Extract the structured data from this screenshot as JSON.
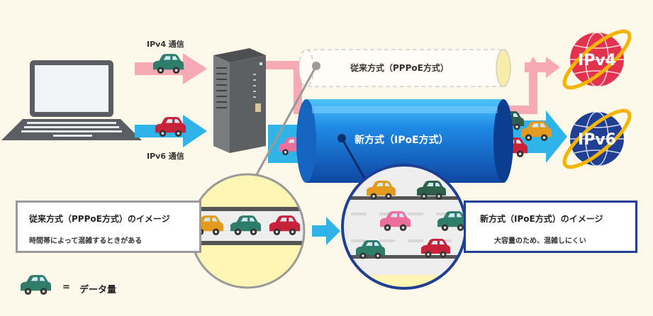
{
  "labels": {
    "ipv4_comm": "IPv4 通信",
    "ipv6_comm": "IPv6 通信",
    "old_method": "従来方式（PPPoE方式）",
    "new_method": "新方式（IPoE方式）"
  },
  "left_box": {
    "title": "従来方式（PPPoE方式）のイメージ",
    "subtitle": "時間帯によって混雑するときがある"
  },
  "right_box": {
    "title": "新方式（IPoE方式）のイメージ",
    "subtitle": "大容量のため、混雑しにくい"
  },
  "globes": {
    "ipv4": "IPv4",
    "ipv6": "IPv6"
  },
  "legend": {
    "equals": "=",
    "text": "データ量"
  },
  "colors": {
    "pink_arrow": "#f7a9b4",
    "blue_arrow": "#30b4e8",
    "tube_blue": "#1a74d6",
    "ipv4_red": "#e3324d",
    "ipv6_navy": "#1f3f95",
    "ring_gold": "#f4b400",
    "zoom_yellow": "#fdf5b3",
    "car_green": "#2e7d6b",
    "car_red": "#c8213a",
    "car_orange": "#e39a1f",
    "car_pink": "#ec6f9b"
  }
}
